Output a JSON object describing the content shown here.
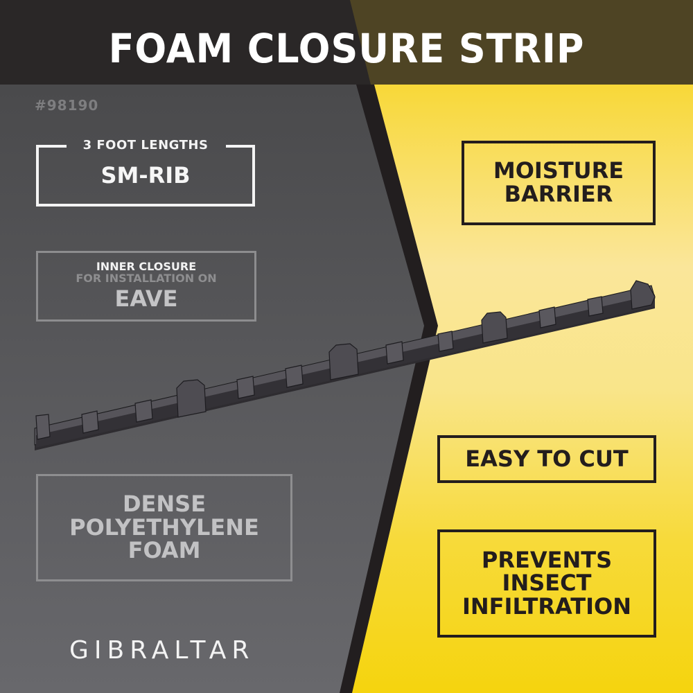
{
  "header": {
    "title": "FOAM CLOSURE STRIP"
  },
  "product": {
    "sku": "#98190",
    "length_label": "3 FOOT LENGTHS",
    "profile": "SM-RIB",
    "closure_type_line1": "INNER CLOSURE",
    "closure_type_line2": "FOR INSTALLATION ON",
    "closure_type_line3": "EAVE",
    "material_lines": [
      "DENSE",
      "POLYETHYLENE",
      "FOAM"
    ]
  },
  "features": {
    "moisture": [
      "MOISTURE",
      "BARRIER"
    ],
    "cut": "EASY TO CUT",
    "insect": [
      "PREVENTS",
      "INSECT",
      "INFILTRATION"
    ]
  },
  "brand": {
    "logo_text": "GIBRALTAR"
  },
  "colors": {
    "header_dark": "#2a2727",
    "header_olive": "#4e4424",
    "panel_gray": "#4a4a4c",
    "divider_dark": "#221e1f",
    "accent_yellow": "#f7d512",
    "yellow_light": "#f9e48a",
    "text_dark": "#231d1d"
  },
  "image": {
    "product_illustration": "foam-closure-strip"
  }
}
